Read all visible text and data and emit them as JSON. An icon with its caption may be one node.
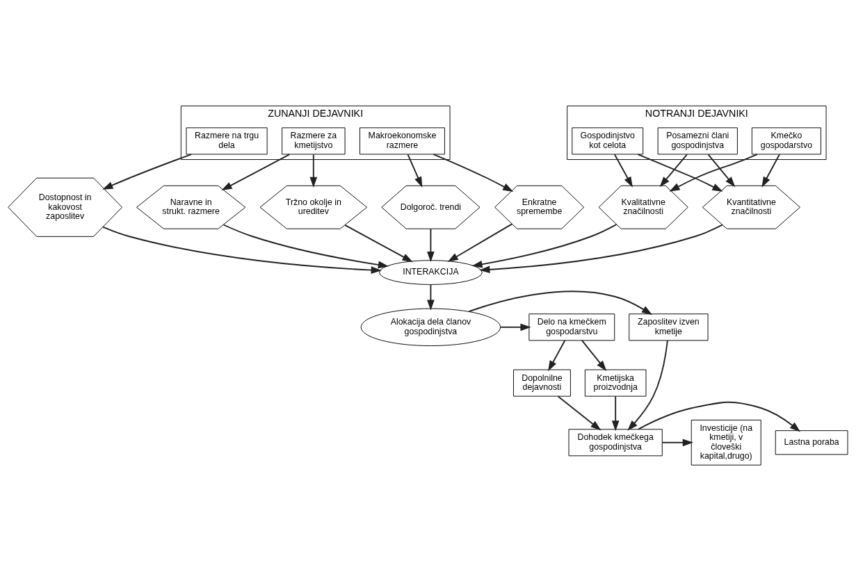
{
  "diagram": {
    "nodes": [
      {
        "text": [
          "ZUNANJI DEJAVNIKI"
        ]
      },
      {
        "text": [
          "Makroekonomske razmere"
        ],
        "in": 0
      },
      {
        "text": [
          "Razmere na trgu dela"
        ],
        "in": 0
      },
      {
        "text": [
          "Razmere za kmetijstvo"
        ],
        "in": 0
      },
      {
        "text": [
          "NOTRANJI DEJAVNIKI"
        ]
      },
      {
        "text": [
          "Posamezni člani gospodinjstva"
        ],
        "in": 4
      },
      {
        "text": [
          "Gospodinjstvo kot celota"
        ],
        "in": 4
      },
      {
        "text": [
          "Kmečko gospodarstvo"
        ],
        "in": 4
      },
      {
        "text": [
          "Dolgoroč. trendi"
        ]
      },
      {
        "text": [
          "Enkratne spremembe"
        ]
      },
      {
        "text": [
          "Dostopnost in kakovost zaposlitev"
        ]
      },
      {
        "text": [
          "Naravne in strukt. razmere"
        ]
      },
      {
        "text": [
          "Tržno okolje in ureditev"
        ]
      },
      {
        "text": [
          "Kvantitativne značilnosti"
        ]
      },
      {
        "text": [
          "Kvalitativne značilnosti"
        ]
      },
      {
        "text": [
          "INTERAKCIJA"
        ]
      },
      {
        "text": [
          "Zaposlitev izven kmetije"
        ]
      },
      {
        "text": [
          "Alokacija dela članov gospodinjstva"
        ]
      },
      {
        "text": [
          "Delo na kmečkem gospodarstvu"
        ]
      },
      {
        "text": [
          "Dopolnilne dejavnosti"
        ]
      },
      {
        "text": [
          "Kmetijska proizvodnja"
        ]
      },
      {
        "text": [
          "Investicije (na kmetiji, v človeški kapital,drugo)"
        ]
      },
      {
        "text": [
          "Dohodek kmečkega gospodinjstva"
        ]
      },
      {
        "text": [
          "Lastna poraba"
        ]
      }
    ],
    "edges": [
      {
        "from": 1,
        "to": 8,
        "arrow": "to"
      },
      {
        "from": 1,
        "to": 9,
        "arrow": "to"
      },
      {
        "from": 2,
        "to": 10,
        "arrow": "to"
      },
      {
        "from": 3,
        "to": 11,
        "arrow": "to"
      },
      {
        "from": 3,
        "to": 12,
        "arrow": "to"
      },
      {
        "from": 5,
        "to": 13,
        "arrow": "to"
      },
      {
        "from": 5,
        "to": 14,
        "arrow": "to"
      },
      {
        "from": 6,
        "to": 13,
        "arrow": "to"
      },
      {
        "from": 6,
        "to": 14,
        "arrow": "to"
      },
      {
        "from": 7,
        "to": 13,
        "arrow": "to"
      },
      {
        "from": 7,
        "to": 14,
        "arrow": "to"
      },
      {
        "from": 8,
        "to": 15,
        "arrow": "to"
      },
      {
        "from": 9,
        "to": 15,
        "arrow": "to"
      },
      {
        "from": 10,
        "to": 15,
        "arrow": "to"
      },
      {
        "from": 11,
        "to": 15,
        "arrow": "to"
      },
      {
        "from": 12,
        "to": 15,
        "arrow": "to"
      },
      {
        "from": 13,
        "to": 15,
        "arrow": "to"
      },
      {
        "from": 14,
        "to": 15,
        "arrow": "to"
      },
      {
        "from": 15,
        "to": 17,
        "arrow": "to"
      },
      {
        "from": 17,
        "to": 16,
        "arrow": "to"
      },
      {
        "from": 17,
        "to": 18,
        "arrow": "to"
      },
      {
        "from": 18,
        "to": 19,
        "arrow": "to"
      },
      {
        "from": 18,
        "to": 20,
        "arrow": "to"
      },
      {
        "from": 16,
        "to": 22,
        "arrow": "to"
      },
      {
        "from": 19,
        "to": 22,
        "arrow": "to"
      },
      {
        "from": 20,
        "to": 22,
        "arrow": "to"
      },
      {
        "from": 22,
        "to": 21,
        "arrow": "to"
      },
      {
        "from": 22,
        "to": 23,
        "arrow": "to"
      }
    ]
  }
}
